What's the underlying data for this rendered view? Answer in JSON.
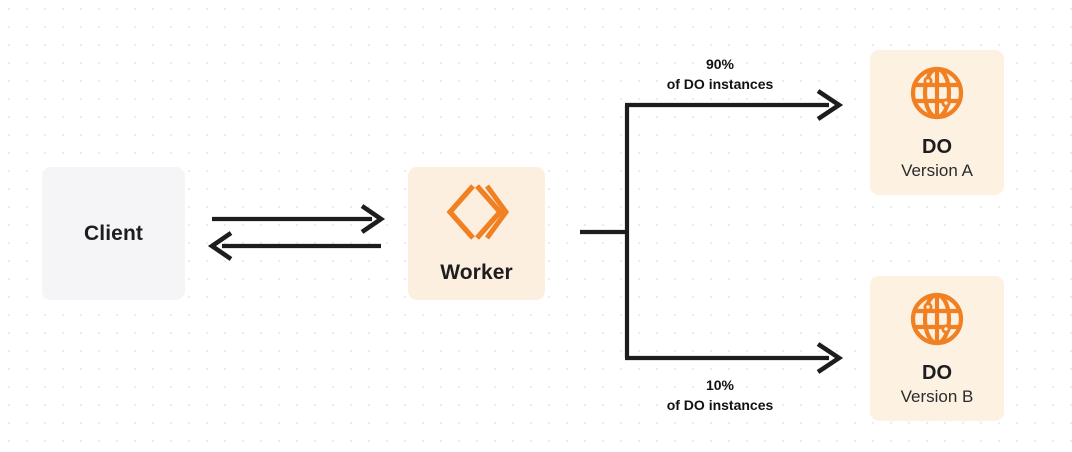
{
  "diagram": {
    "nodes": [
      {
        "id": "client",
        "title": "Client",
        "icon": "none"
      },
      {
        "id": "worker",
        "title": "Worker",
        "icon": "cloudflare-workers-icon"
      },
      {
        "id": "do-a",
        "title": "DO",
        "subtitle": "Version A",
        "icon": "globe-icon"
      },
      {
        "id": "do-b",
        "title": "DO",
        "subtitle": "Version B",
        "icon": "globe-icon"
      }
    ],
    "edges": [
      {
        "id": "client-to-worker",
        "label": "",
        "direction": "right"
      },
      {
        "id": "worker-to-client",
        "label": "",
        "direction": "left"
      },
      {
        "id": "worker-to-do-a",
        "label_line1": "90%",
        "label_line2": "of DO instances",
        "direction": "right"
      },
      {
        "id": "worker-to-do-b",
        "label_line1": "10%",
        "label_line2": "of DO instances",
        "direction": "right"
      }
    ]
  },
  "colors": {
    "accent_orange": "#f08022",
    "worker_box": "#fdefdf",
    "do_box": "#fdf1e2",
    "client_box": "#f5f5f7",
    "line": "#1d1d20",
    "text": "#1d1d1f",
    "background": "#ffffff",
    "grid_dot": "#ececf0"
  }
}
